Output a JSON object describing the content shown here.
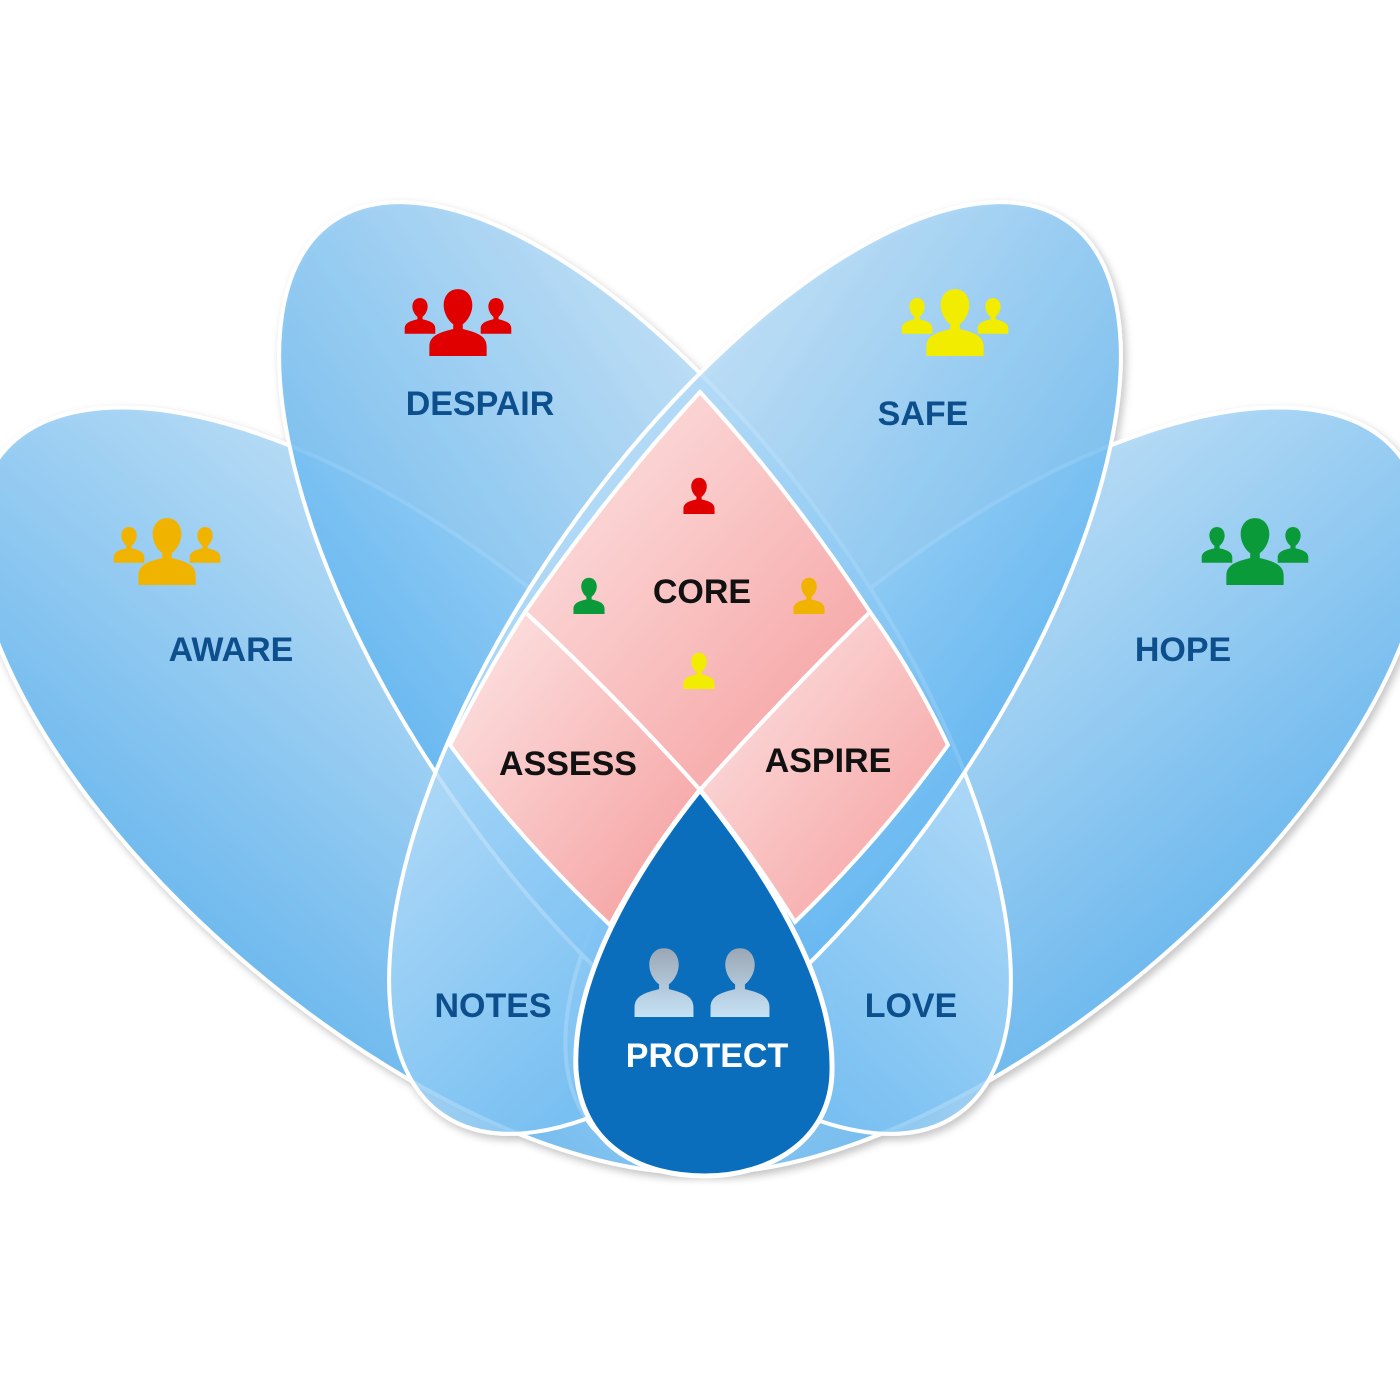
{
  "labels": {
    "despair": "DESPAIR",
    "safe": "SAFE",
    "aware": "AWARE",
    "hope": "HOPE",
    "core": "CORE",
    "assess": "ASSESS",
    "aspire": "ASPIRE",
    "notes": "NOTES",
    "love": "LOVE",
    "protect": "PROTECT"
  },
  "colors": {
    "petal": "#8ecbf5",
    "intersection": "#f7b4b4",
    "protect": "#0a6ebd",
    "label_blue": "#0d4f8c",
    "red": "#e00000",
    "yellow": "#f2ec00",
    "amber": "#f0b400",
    "green": "#0a9a3a"
  },
  "icons": {
    "despair": "people-group-icon",
    "safe": "people-group-icon",
    "aware": "people-group-icon",
    "hope": "people-group-icon",
    "core": "person-icon",
    "protect": "two-people-icon"
  }
}
